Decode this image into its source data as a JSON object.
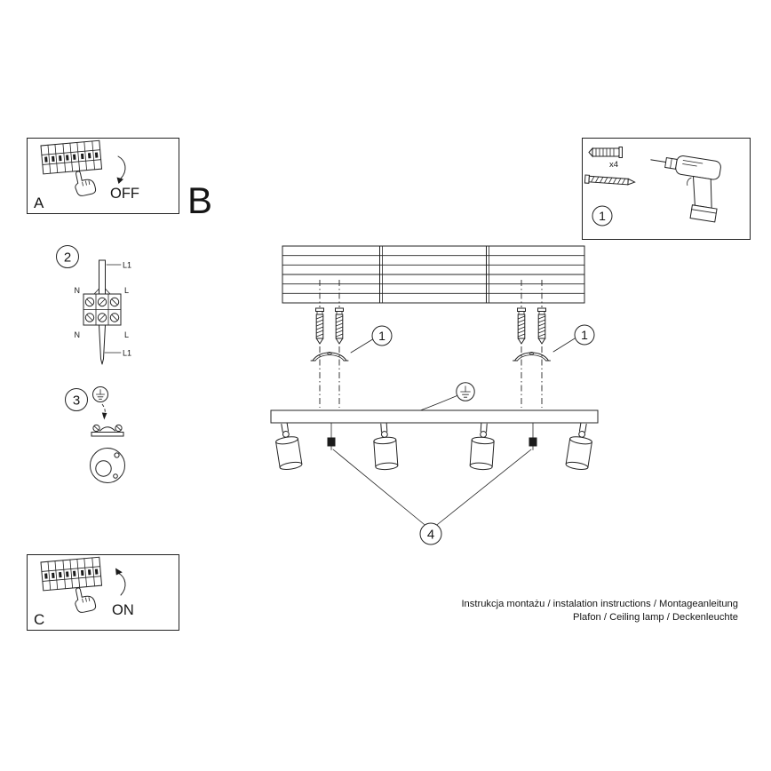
{
  "header": {
    "section_b_label": "B"
  },
  "panel_off": {
    "label": "A",
    "state": "OFF"
  },
  "panel_on": {
    "label": "C",
    "state": "ON"
  },
  "steps": {
    "s1": "1",
    "s2": "2",
    "s3": "3",
    "s4": "4"
  },
  "hardware": {
    "qty": "x4"
  },
  "wiring": {
    "top": "L1",
    "upper_left": "N",
    "upper_right": "L",
    "lower_left": "N",
    "lower_right": "L",
    "bottom": "L1"
  },
  "footer": {
    "line1": "Instrukcja montażu / instalation instructions / Montageanleitung",
    "line2": "Plafon / Ceiling lamp / Deckenleuchte"
  }
}
